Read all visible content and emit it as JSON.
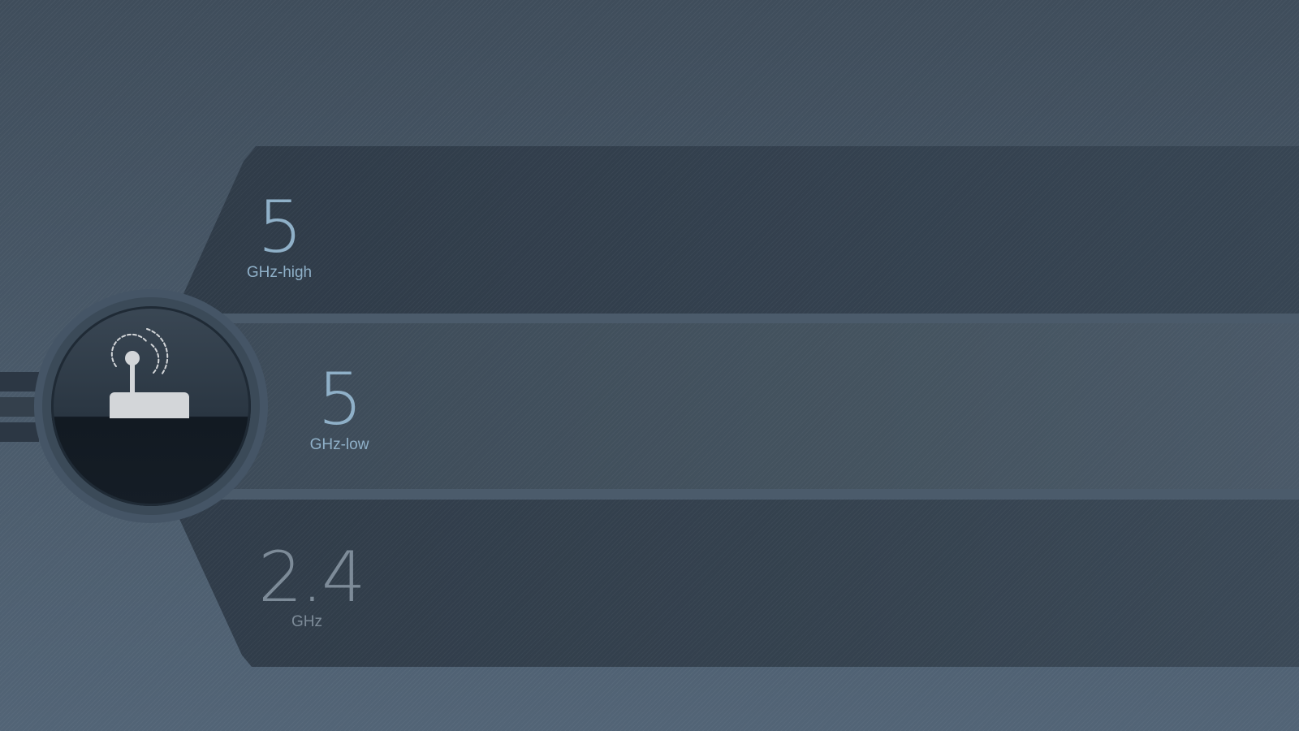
{
  "bands": [
    {
      "id": "high",
      "number": "5",
      "unit": "GHz-high",
      "color": "#8fb0c8"
    },
    {
      "id": "low",
      "number": "5",
      "unit": "GHz-low",
      "color": "#8fb0c8"
    },
    {
      "id": "24",
      "number": "2.4",
      "unit": "GHz",
      "color": "#7d8b98"
    }
  ],
  "icons": {
    "router": "router-icon",
    "signal": "wifi-signal-icon"
  },
  "colors": {
    "background": "#465666",
    "band_dark": "#2f3b48",
    "band_mid": "#44535f",
    "router_fill": "#d3d6d9"
  }
}
